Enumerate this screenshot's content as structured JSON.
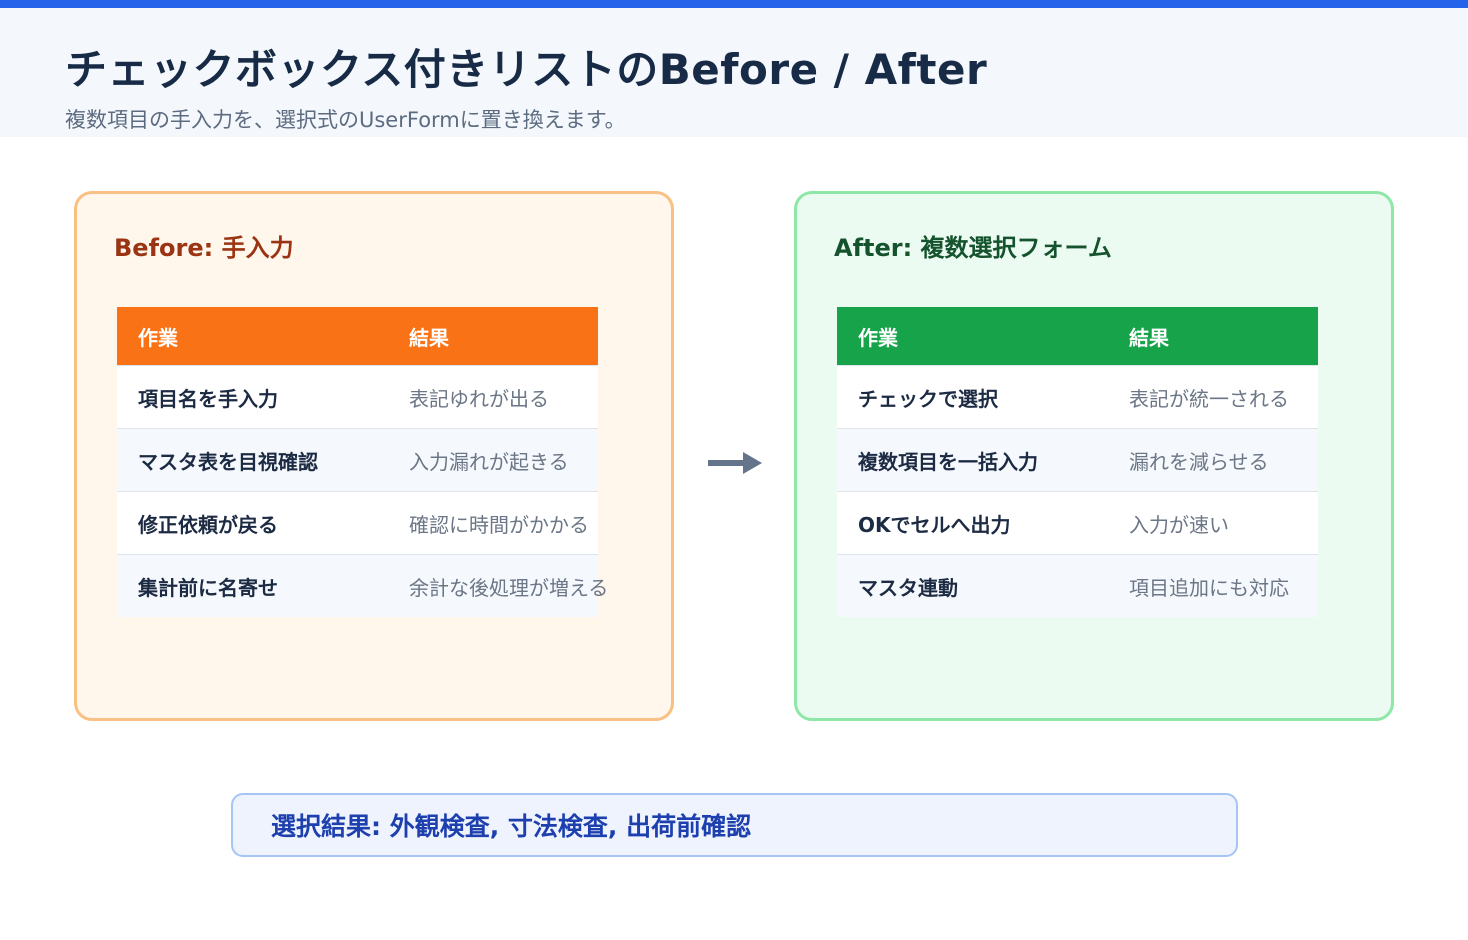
{
  "header": {
    "title": "チェックボックス付きリストのBefore / After",
    "subtitle": "複数項目の手入力を、選択式のUserFormに置き換えます。"
  },
  "before": {
    "title": "Before: 手入力",
    "columns": [
      "作業",
      "結果"
    ],
    "rows": [
      {
        "task": "項目名を手入力",
        "result": "表記ゆれが出る"
      },
      {
        "task": "マスタ表を目視確認",
        "result": "入力漏れが起きる"
      },
      {
        "task": "修正依頼が戻る",
        "result": "確認に時間がかかる"
      },
      {
        "task": "集計前に名寄せ",
        "result": "余計な後処理が増える"
      }
    ]
  },
  "after": {
    "title": "After: 複数選択フォーム",
    "columns": [
      "作業",
      "結果"
    ],
    "rows": [
      {
        "task": "チェックで選択",
        "result": "表記が統一される"
      },
      {
        "task": "複数項目を一括入力",
        "result": "漏れを減らせる"
      },
      {
        "task": "OKでセルへ出力",
        "result": "入力が速い"
      },
      {
        "task": "マスタ連動",
        "result": "項目追加にも対応"
      }
    ]
  },
  "result": {
    "text": "選択結果: 外観検査, 寸法検査, 出荷前確認"
  },
  "colors": {
    "accent_bar": "#2563eb",
    "before_header": "#f97316",
    "after_header": "#16a34a",
    "arrow": "#64748b"
  },
  "icons": {
    "arrow": "right-arrow-icon"
  }
}
